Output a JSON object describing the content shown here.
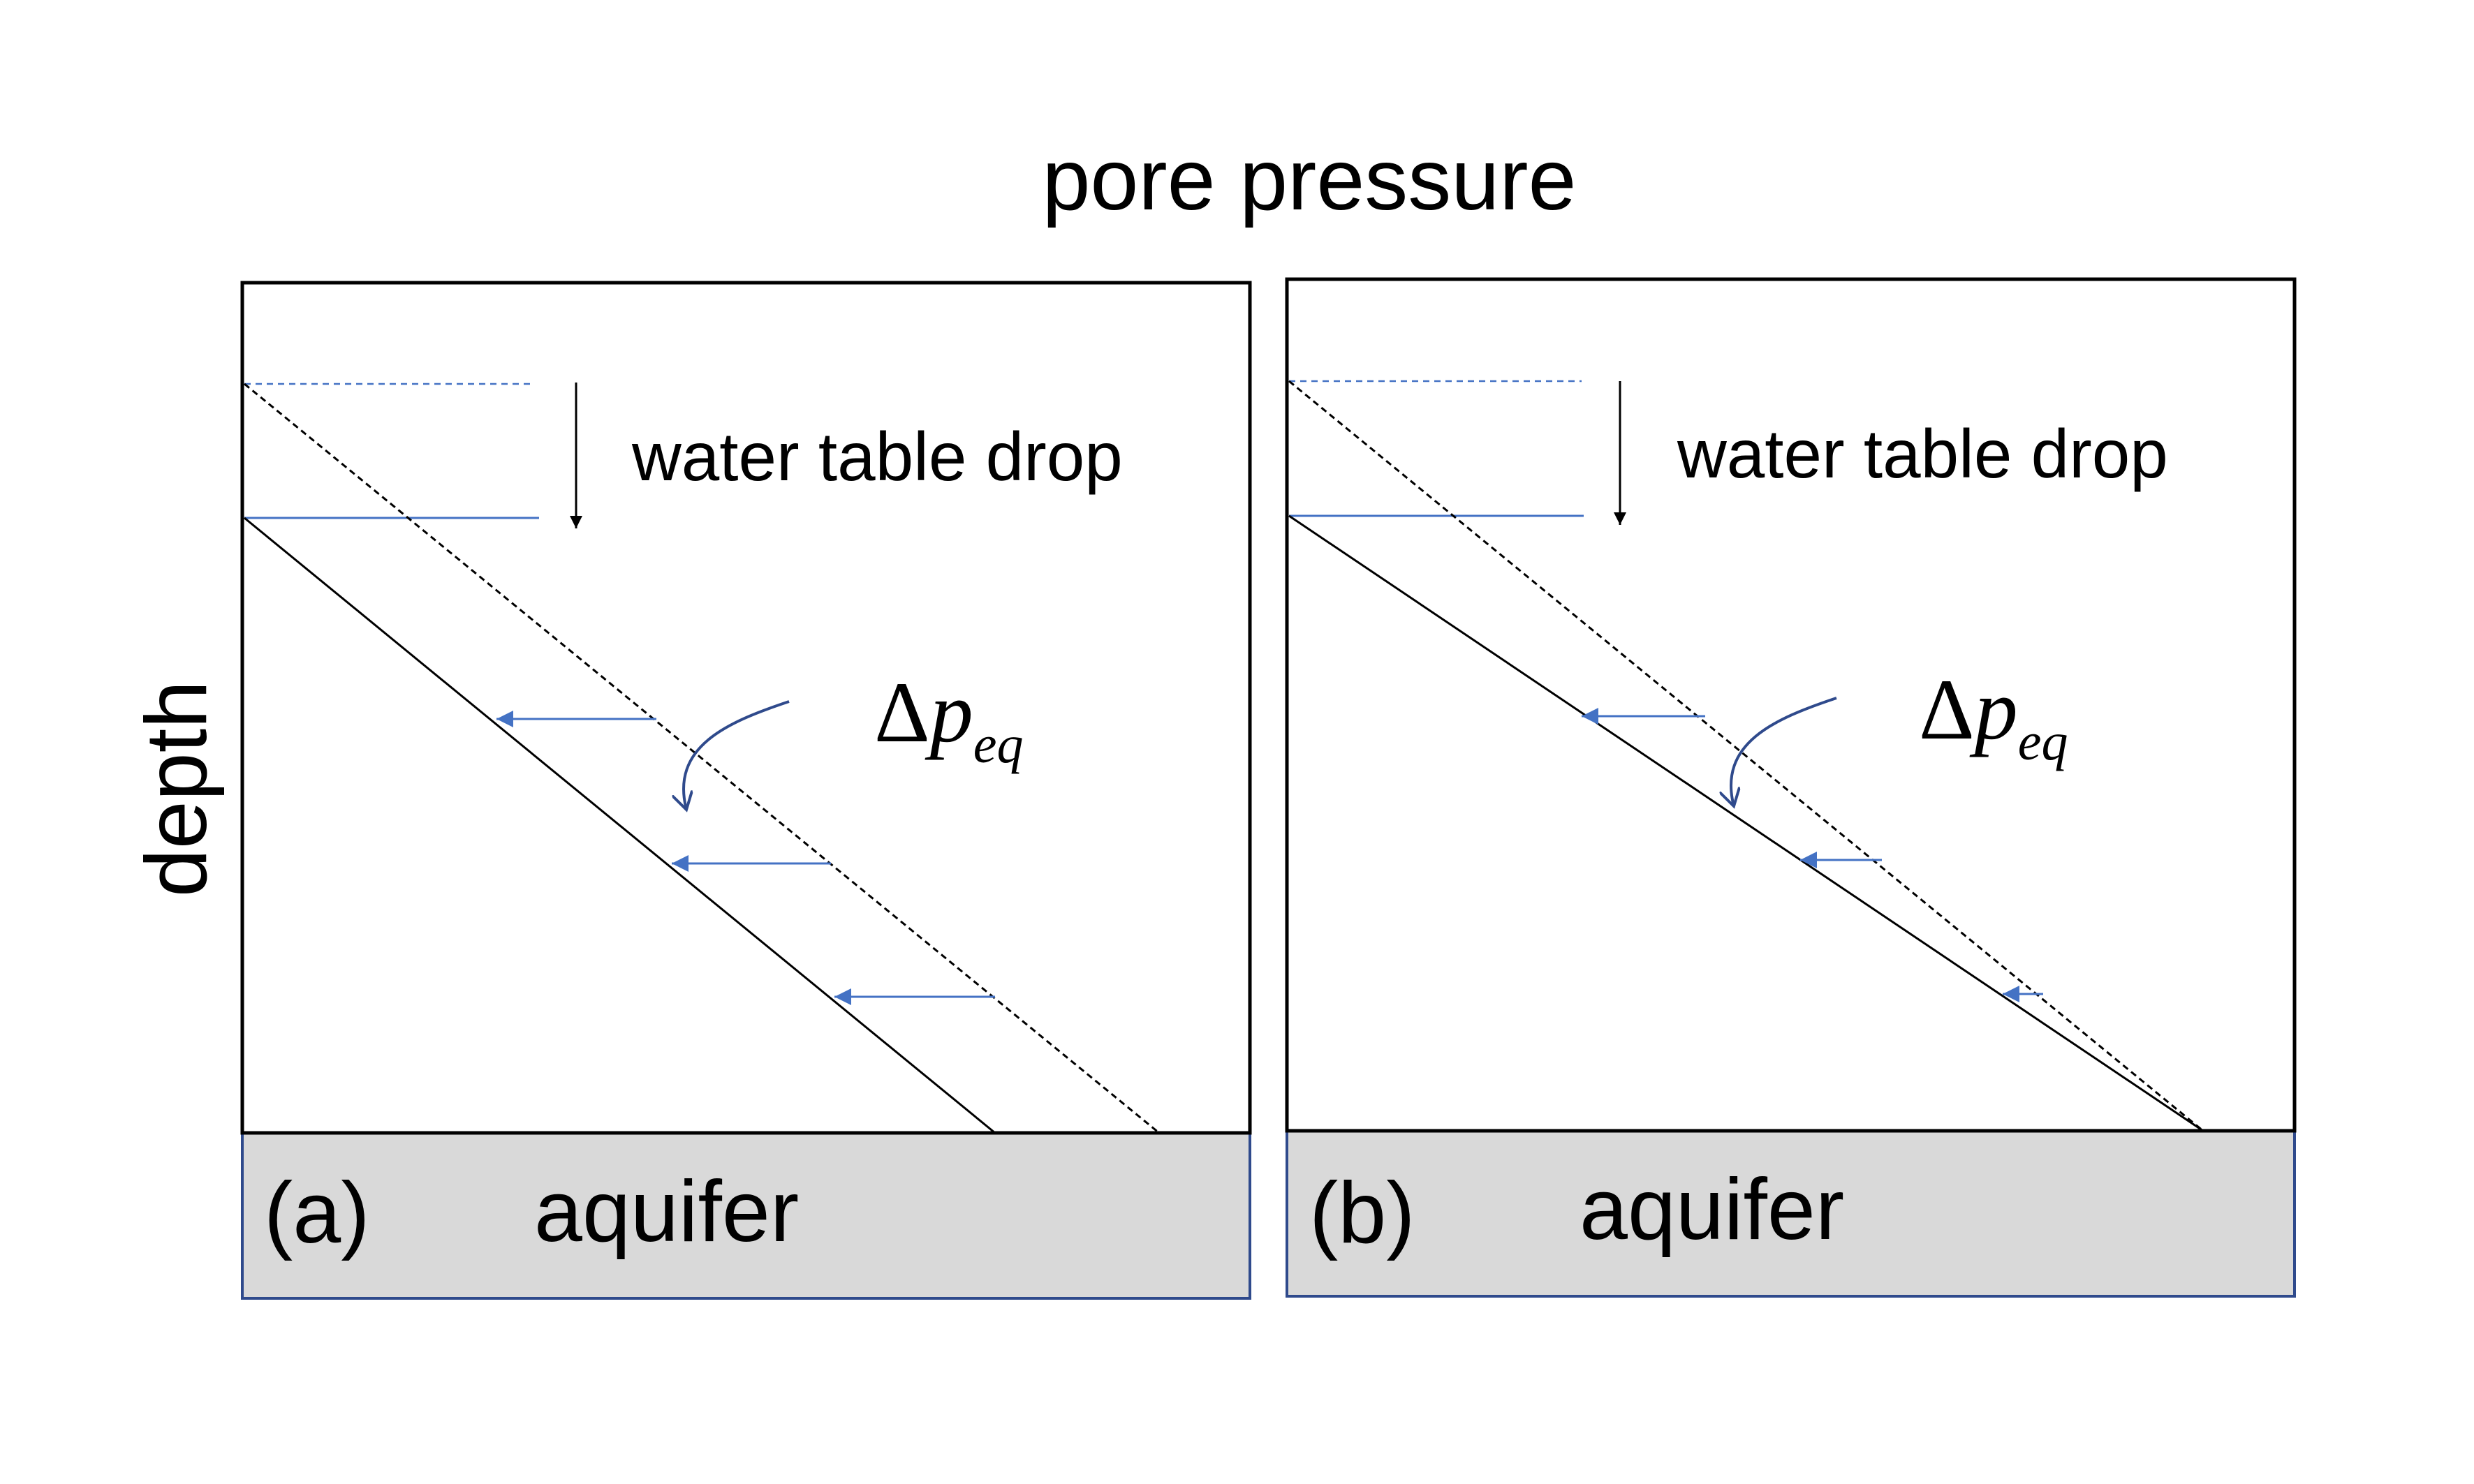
{
  "figure": {
    "top_axis_label": "pore pressure",
    "left_axis_label": "depth",
    "colors": {
      "frame": "#000000",
      "aquifer_fill": "#d9d9d9",
      "aquifer_border": "#2f4a8c",
      "water_table": "#4472c4",
      "pressure_arrow": "#4472c4",
      "curved_arrow": "#2f4a8c"
    },
    "panels": [
      {
        "panel_label": "(a)",
        "aquifer_label": "aquifer",
        "drop_label": "water table drop",
        "delta_symbol": "Δ",
        "delta_var": "p",
        "delta_sub": "eq"
      },
      {
        "panel_label": "(b)",
        "aquifer_label": "aquifer",
        "drop_label": "water table drop",
        "delta_symbol": "Δ",
        "delta_var": "p",
        "delta_sub": "eq"
      }
    ]
  }
}
